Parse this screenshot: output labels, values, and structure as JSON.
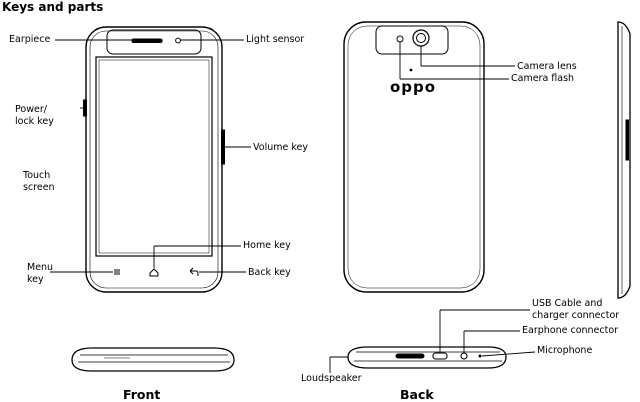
{
  "title": "Keys and parts",
  "front_labels": {
    "earpiece": "Earpiece",
    "light_sensor": "Light sensor",
    "power_lock": "Power/\nlock key",
    "volume": "Volume key",
    "touch_screen": "Touch\nscreen",
    "home": "Home key",
    "menu": "Menu\nkey",
    "back": "Back  key"
  },
  "back_labels": {
    "camera_lens": "Camera lens",
    "camera_flash": "Camera flash",
    "usb": "USB  Cable and\ncharger  connector",
    "earphone": "Earphone connector",
    "microphone": "Microphone",
    "loudspeaker": "Loudspeaker"
  },
  "brand_logo": "oppo",
  "captions": {
    "front": "Front",
    "back": "Back"
  },
  "colors": {
    "line": "#000000",
    "background": "#ffffff"
  }
}
